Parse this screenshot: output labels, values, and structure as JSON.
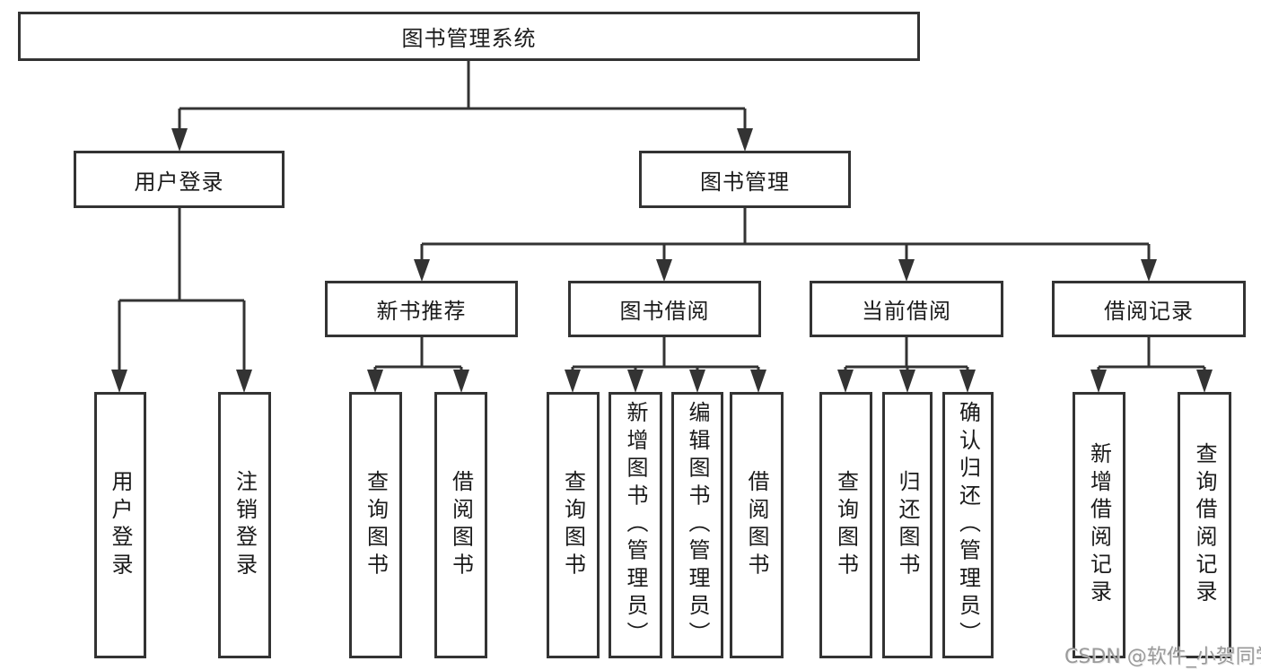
{
  "diagram": {
    "root": "图书管理系统",
    "branches": [
      {
        "label": "用户登录",
        "children": [
          "用户登录",
          "注销登录"
        ]
      },
      {
        "label": "图书管理",
        "children": [
          {
            "label": "新书推荐",
            "children": [
              "查询图书",
              "借阅图书"
            ]
          },
          {
            "label": "图书借阅",
            "children": [
              "查询图书",
              "新增图书（管理员）",
              "编辑图书（管理员）",
              "借阅图书"
            ]
          },
          {
            "label": "当前借阅",
            "children": [
              "查询图书",
              "归还图书",
              "确认归还（管理员）"
            ]
          },
          {
            "label": "借阅记录",
            "children": [
              "新增借阅记录",
              "查询借阅记录"
            ]
          }
        ]
      }
    ]
  },
  "watermark": {
    "text": "CSDN @软件_小贺同学"
  },
  "colors": {
    "line": "#333333",
    "text": "#1a1a1a",
    "watermark": "#9a9a9a",
    "background": "#ffffff"
  }
}
